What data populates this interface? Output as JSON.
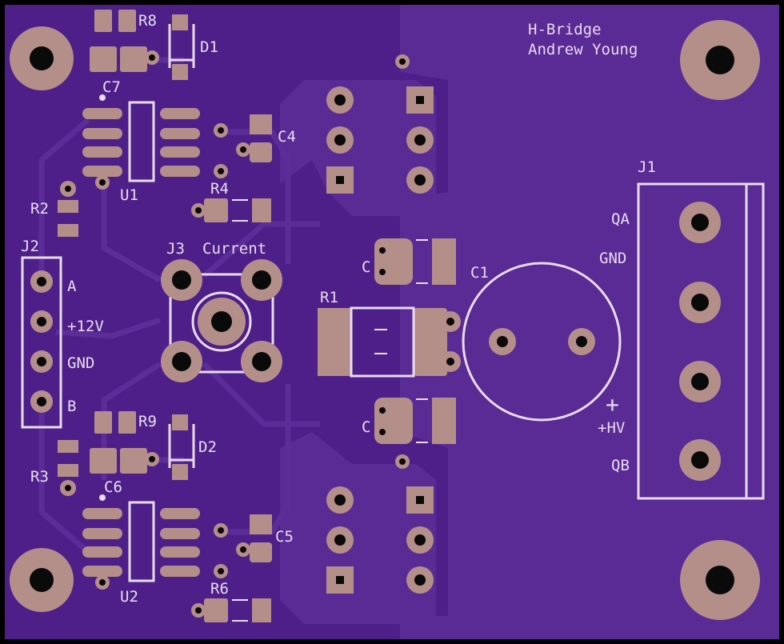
{
  "board": {
    "title": "H-Bridge",
    "author": "Andrew Young",
    "colors": {
      "soldermask": "#4e1f88",
      "copper_pour": "#5a2a95",
      "pad": "#b48f8a",
      "silkscreen": "#e8dcf0",
      "edge": "#000000"
    }
  },
  "labels": {
    "r8": "R8",
    "d1": "D1",
    "c7": "C7",
    "c4": "C4",
    "u1": "U1",
    "r4": "R4",
    "r2": "R2",
    "j2": "J2",
    "j3": "J3",
    "current": "Current",
    "pin_a": "A",
    "pin_12v": "+12V",
    "pin_gnd": "GND",
    "pin_b": "B",
    "r9": "R9",
    "d2": "D2",
    "r3": "R3",
    "c6": "C6",
    "c5": "C5",
    "u2": "U2",
    "r6": "R6",
    "r1": "R1",
    "c1": "C1",
    "c2": "C",
    "c3": "C",
    "j1": "J1",
    "qa": "QA",
    "gnd_j1": "GND",
    "plus": "+",
    "hv": "+HV",
    "qb": "QB"
  }
}
